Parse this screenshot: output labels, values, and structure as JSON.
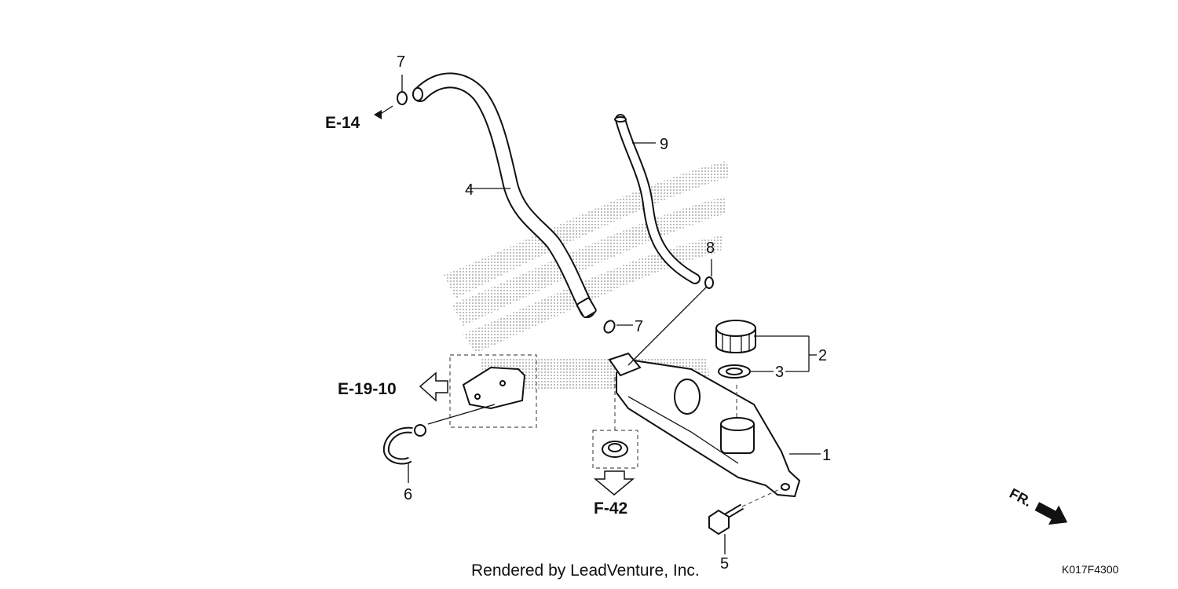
{
  "diagram": {
    "callouts": [
      "1",
      "2",
      "3",
      "4",
      "5",
      "6",
      "7",
      "7",
      "8",
      "9"
    ],
    "references": [
      "E-14",
      "E-19-10",
      "F-42"
    ],
    "direction_label": "FR.",
    "credit": "Rendered by LeadVenture, Inc.",
    "figure_code": "K017F4300",
    "colors": {
      "line": "#111111",
      "logo_dots": "#9a9a9a",
      "background": "#ffffff"
    }
  }
}
